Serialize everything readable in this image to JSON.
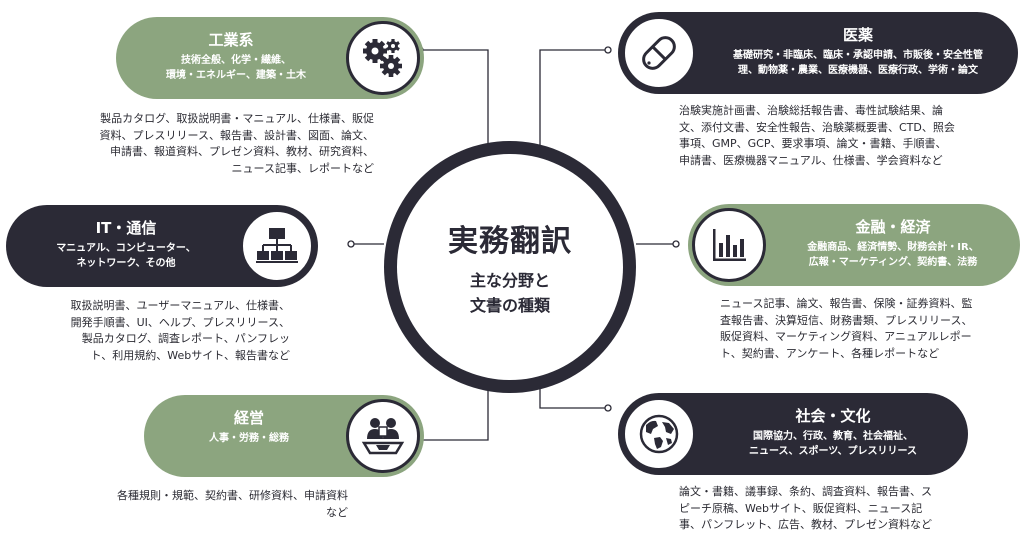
{
  "center": {
    "title": "実務翻訳",
    "subtitle_line1": "主な分野と",
    "subtitle_line2": "文書の種類"
  },
  "fields": {
    "industry": {
      "title": "工業系",
      "detail_line1": "技術全般、化学・繊維、",
      "detail_line2": "環境・エネルギー、建築・土木",
      "documents": "製品カタログ、取扱説明書・マニュアル、仕様書、販促\n資料、プレスリリース、報告書、設計書、図面、論文、\n申請書、報道資料、プレゼン資料、教材、研究資料、\nニュース記事、レポートなど",
      "icon": "gears-icon"
    },
    "it": {
      "title": "IT・通信",
      "detail_line1": "マニュアル、コンピューター、",
      "detail_line2": "ネットワーク、その他",
      "documents": "取扱説明書、ユーザーマニュアル、仕様書、\n開発手順書、UI、ヘルプ、プレスリリース、\n製品カタログ、調査レポート、パンフレッ\nト、利用規約、Webサイト、報告書など",
      "icon": "network-icon"
    },
    "management": {
      "title": "経営",
      "detail_line1": "人事・労務・総務",
      "documents": "各種規則・規範、契約書、研修資料、申請資料\nなど",
      "icon": "meeting-icon"
    },
    "medical": {
      "title": "医薬",
      "detail_line1": "基礎研究・非臨床、臨床・承認申請、市販後・安全性管",
      "detail_line2": "理、動物薬・農業、医療機器、医療行政、学術・論文",
      "documents": "治験実施計画書、治験総括報告書、毒性試験結果、論\n文、添付文書、安全性報告、治験薬概要書、CTD、照会\n事項、GMP、GCP、要求事項、論文・書籍、手順書、\n申請書、医療機器マニュアル、仕様書、学会資料など",
      "icon": "capsule-icon"
    },
    "finance": {
      "title": "金融・経済",
      "detail_line1": "金融商品、経済情勢、財務会計・IR、",
      "detail_line2": "広報・マーケティング、契約書、法務",
      "documents": "ニュース記事、論文、報告書、保険・証券資料、監\n査報告書、決算短信、財務書類、プレスリリース、\n販促資料、マーケティング資料、アニュアルレポー\nト、契約書、アンケート、各種レポートなど",
      "icon": "bar-chart-icon"
    },
    "society": {
      "title": "社会・文化",
      "detail_line1": "国際協力、行政、教育、社会福祉、",
      "detail_line2": "ニュース、スポーツ、プレスリリース",
      "documents": "論文・書籍、議事録、条約、調査資料、報告書、ス\nピーチ原稿、Webサイト、販促資料、ニュース記\n事、パンフレット、広告、教材、プレゼン資料など",
      "icon": "globe-icon"
    }
  },
  "colors": {
    "green": "#8ca57f",
    "dark": "#2b2a36",
    "text": "#2b2b33"
  }
}
